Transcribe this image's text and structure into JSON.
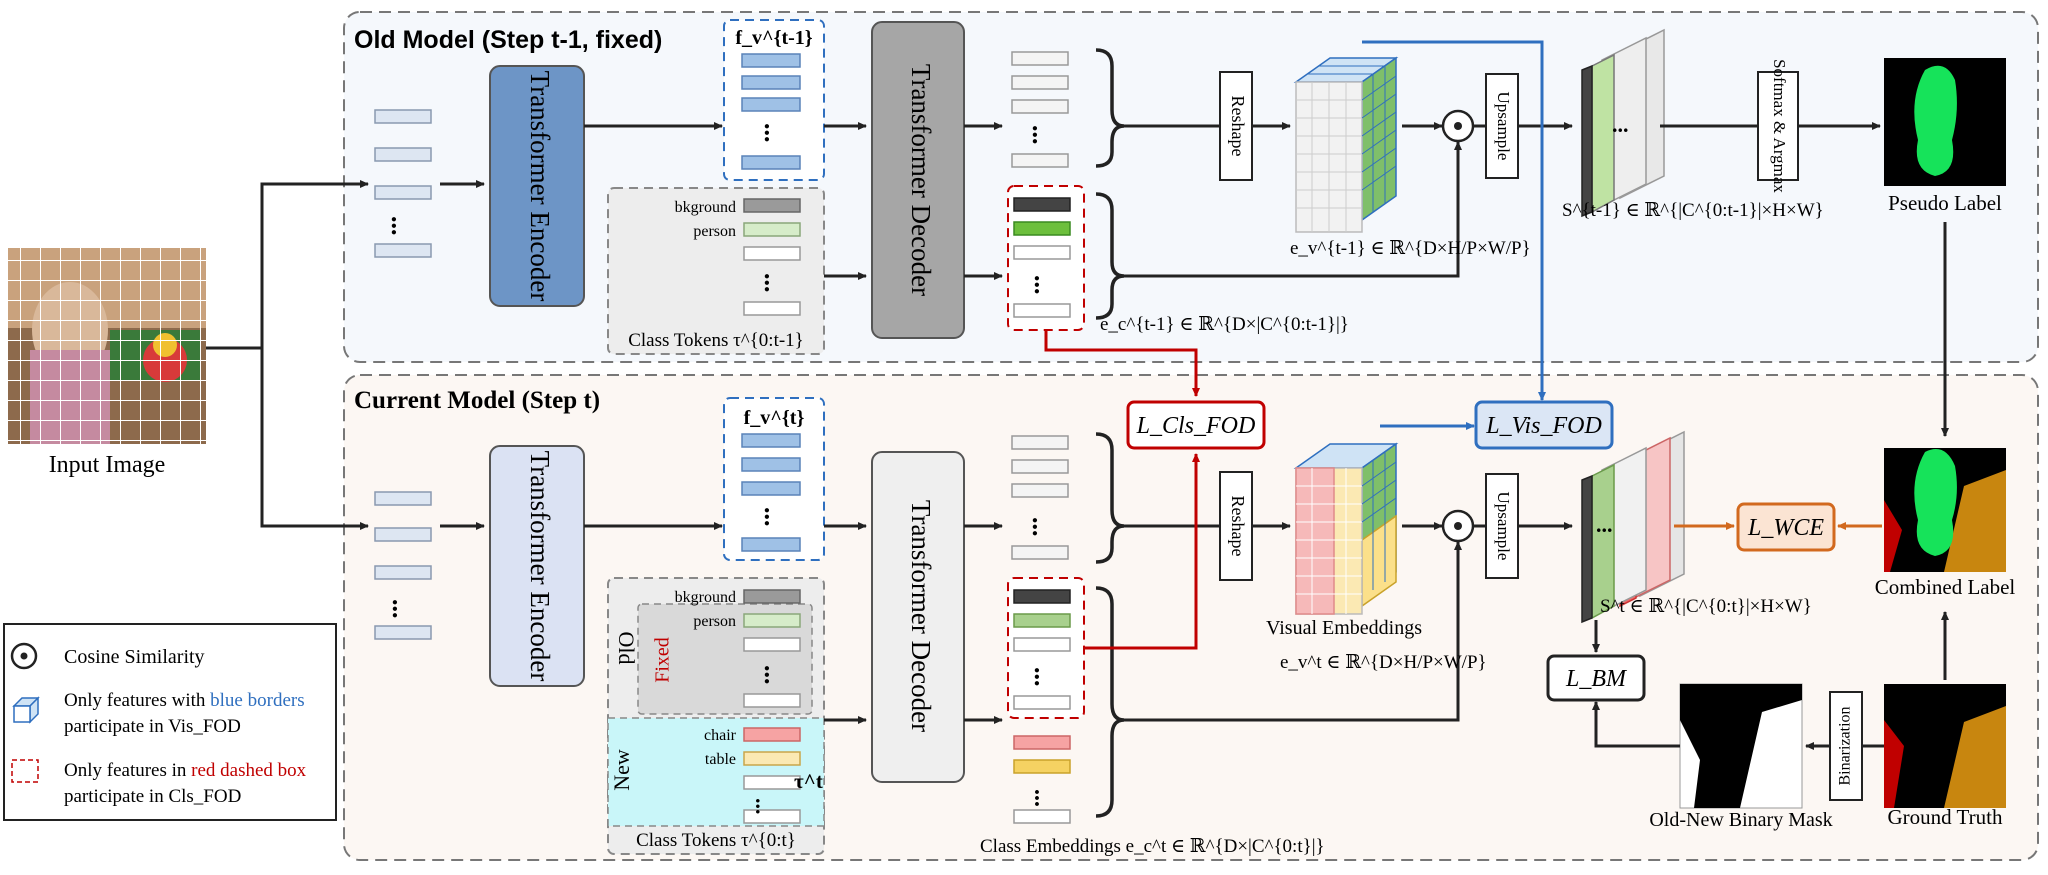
{
  "panels": {
    "old_title": "Old Model (Step t-1, fixed)",
    "current_title": "Current Model (Step t)"
  },
  "input": {
    "label": "Input Image"
  },
  "encoder": {
    "label": "Transformer Encoder"
  },
  "decoder": {
    "label": "Transformer Decoder"
  },
  "old": {
    "fv": "f_v^{t-1}",
    "class_tokens_label": "Class Tokens τ^{0:t-1}",
    "token_names": [
      "bkground",
      "person"
    ],
    "ec": "e_c^{t-1} ∈ ℝ^{D×|C^{0:t-1}|}",
    "ev": "e_v^{t-1} ∈ ℝ^{D×H/P×W/P}",
    "score": "S^{t-1} ∈ ℝ^{|C^{0:t-1}|×H×W}",
    "pseudo_label": "Pseudo Label"
  },
  "current": {
    "fv": "f_v^{t}",
    "class_tokens_label": "Class Tokens τ^{0:t}",
    "old_group": "Old",
    "fixed_group": "Fixed",
    "new_group": "New",
    "tau": "τ^t",
    "token_names_old": [
      "bkground",
      "person"
    ],
    "token_names_new": [
      "chair",
      "table"
    ],
    "class_embeddings": "Class Embeddings e_c^t ∈ ℝ^{D×|C^{0:t}|}",
    "visual_embeddings": "Visual Embeddings",
    "ev": "e_v^t ∈ ℝ^{D×H/P×W/P}",
    "score": "S^t ∈ ℝ^{|C^{0:t}|×H×W}",
    "combined_label": "Combined Label",
    "ground_truth": "Ground Truth",
    "binary_mask": "Old-New Binary Mask"
  },
  "ops": {
    "reshape": "Reshape",
    "upsample": "Upsample",
    "softmax": "Softmax & Argmax",
    "binarization": "Binarization",
    "ellipsis": "..."
  },
  "losses": {
    "cls_fod": "L_Cls_FOD",
    "vis_fod": "L_Vis_FOD",
    "wce": "L_WCE",
    "bm": "L_BM"
  },
  "legend": {
    "cosine": "Cosine Similarity",
    "blue_line1_pre": "Only features with ",
    "blue_line1_hl": "blue borders",
    "blue_line2": "participate in Vis_FOD",
    "red_line1_pre": "Only features in ",
    "red_line1_hl": "red dashed box",
    "red_line2": "participate in Cls_FOD"
  },
  "colors": {
    "blue": "#2f6fbf",
    "red": "#c00000",
    "orange": "#d2691e",
    "green": "#16e35a",
    "encoder_old": "#6d95c6",
    "encoder_new": "#dbe2f3",
    "decoder_old": "#a6a6a6",
    "decoder_new": "#efefef"
  }
}
